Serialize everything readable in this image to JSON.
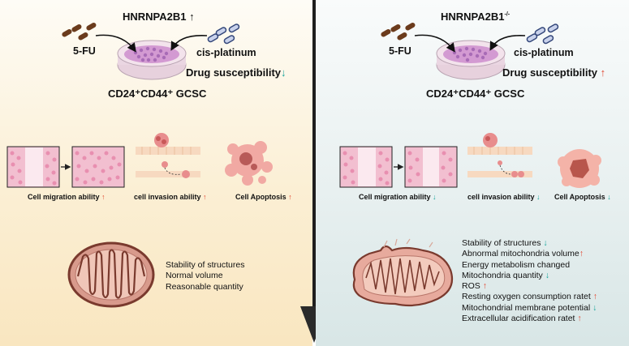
{
  "left": {
    "gene": "HNRNPA2B1",
    "gene_arrow": "↑",
    "drug1": "5-FU",
    "drug2": "cis-platinum",
    "susceptibility": "Drug susceptibility",
    "susceptibility_arrow": "↓",
    "cell_type": "CD24⁺CD44⁺ GCSC",
    "migration": "Cell migration ability",
    "migration_arrow": "↑",
    "invasion": "cell invasion ability",
    "invasion_arrow": "↑",
    "apoptosis": "Cell Apoptosis",
    "apoptosis_arrow": "↑",
    "mito_text": [
      "Stability  of structures",
      "Normal volume",
      "Reasonable quantity"
    ]
  },
  "right": {
    "gene": "HNRNPA2B1",
    "gene_sup": "-/-",
    "drug1": "5-FU",
    "drug2": "cis-platinum",
    "susceptibility": "Drug susceptibility",
    "susceptibility_arrow": "↑",
    "cell_type": "CD24⁺CD44⁺ GCSC",
    "migration": "Cell migration ability",
    "migration_arrow": "↓",
    "invasion": "cell invasion ability",
    "invasion_arrow": "↓",
    "apoptosis": "Cell Apoptosis",
    "apoptosis_arrow": "↓",
    "mito_list": [
      {
        "text": "Stability of structures",
        "arrow": "↓",
        "dir": "down"
      },
      {
        "text": "Abnormal mitochondria volume",
        "arrow": "↑",
        "dir": "up"
      },
      {
        "text": "Energy metabolism changed",
        "arrow": "",
        "dir": ""
      },
      {
        "text": "Mitochondria quantity",
        "arrow": "↓",
        "dir": "down"
      },
      {
        "text": "ROS",
        "arrow": "↑",
        "dir": "up"
      },
      {
        "text": "Resting oxygen consumption ratet",
        "arrow": "↑",
        "dir": "up"
      },
      {
        "text": "Mitochondrial membrane potential",
        "arrow": "↓",
        "dir": "down"
      },
      {
        "text": "Extracellular acidification ratet",
        "arrow": "↑",
        "dir": "up"
      }
    ]
  },
  "colors": {
    "up_arrow": "#e0452f",
    "down_arrow": "#16a39a",
    "fu_capsule": "#6b3b1c",
    "platinum_capsule": "#34477a",
    "dish": "#e9c7de",
    "mito_fill": "#d89a8c",
    "mito_stroke": "#7a3a2e",
    "cell_pink": "#f0a6bf"
  }
}
